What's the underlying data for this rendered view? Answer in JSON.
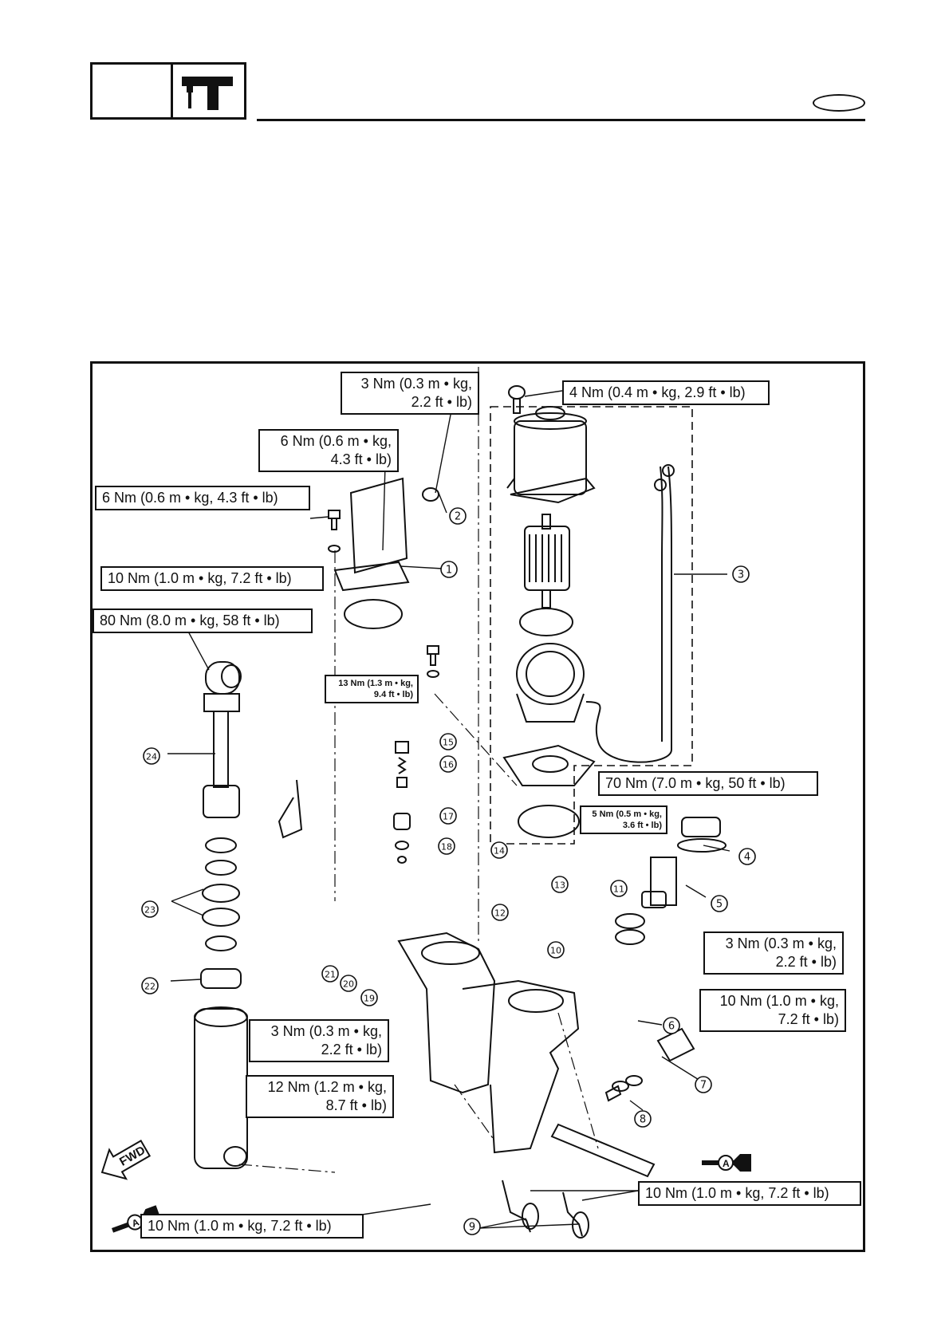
{
  "colors": {
    "ink": "#111111",
    "paper": "#ffffff"
  },
  "header": {
    "icon": "tool-hammer-icon"
  },
  "torques": [
    {
      "id": "t1",
      "text": "3 Nm (0.3 m • kg,\n2.2 ft • lb)"
    },
    {
      "id": "t2",
      "text": "4 Nm (0.4 m • kg, 2.9 ft • lb)"
    },
    {
      "id": "t3",
      "text": "6 Nm (0.6 m • kg,\n4.3 ft • lb)"
    },
    {
      "id": "t4",
      "text": "6 Nm (0.6 m • kg, 4.3 ft • lb)"
    },
    {
      "id": "t5",
      "text": "10 Nm (1.0 m • kg, 7.2 ft • lb)"
    },
    {
      "id": "t6",
      "text": "80 Nm (8.0 m • kg, 58 ft • lb)"
    },
    {
      "id": "t7",
      "text": "13 Nm (1.3 m • kg,\n9.4 ft • lb)"
    },
    {
      "id": "t8",
      "text": "70 Nm (7.0 m • kg, 50 ft • lb)"
    },
    {
      "id": "t9",
      "text": "5 Nm (0.5 m • kg,\n3.6 ft • lb)"
    },
    {
      "id": "t10",
      "text": "3 Nm (0.3 m • kg,\n2.2 ft • lb)"
    },
    {
      "id": "t11",
      "text": "10 Nm (1.0 m • kg,\n7.2 ft • lb)"
    },
    {
      "id": "t12",
      "text": "3 Nm (0.3 m • kg,\n2.2 ft • lb)"
    },
    {
      "id": "t13",
      "text": "12 Nm (1.2 m • kg,\n8.7 ft • lb)"
    },
    {
      "id": "t14",
      "text": "10 Nm (1.0 m • kg, 7.2 ft • lb)"
    },
    {
      "id": "t15",
      "text": "10 Nm (1.0 m • kg, 7.2 ft • lb)"
    }
  ],
  "callouts": [
    "1",
    "2",
    "3",
    "4",
    "5",
    "6",
    "7",
    "8",
    "9",
    "10",
    "11",
    "12",
    "13",
    "14",
    "15",
    "16",
    "17",
    "18",
    "19",
    "20",
    "21",
    "22",
    "23",
    "24"
  ],
  "direction_label": "FWD",
  "grease_mark": "A"
}
